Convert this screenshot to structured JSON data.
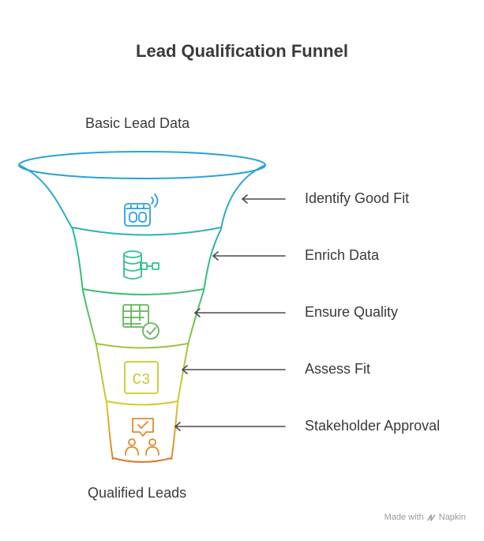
{
  "title": "Lead Qualification Funnel",
  "top_label": "Basic Lead Data",
  "bottom_label": "Qualified Leads",
  "stages": [
    {
      "label": "Identify Good Fit",
      "icon": "smart-scale-icon",
      "color": "#2aa1d6"
    },
    {
      "label": "Enrich Data",
      "icon": "database-link-icon",
      "color": "#2ebf8f"
    },
    {
      "label": "Ensure Quality",
      "icon": "table-check-icon",
      "color": "#62b757"
    },
    {
      "label": "Assess Fit",
      "icon": "c3-badge-icon",
      "color": "#c8c92a"
    },
    {
      "label": "Stakeholder Approval",
      "icon": "approval-meeting-icon",
      "color": "#e08a2e"
    }
  ],
  "icon_texts": {
    "assess_fit_badge": "C3"
  },
  "watermark": {
    "prefix": "Made with",
    "brand": "Napkin"
  }
}
